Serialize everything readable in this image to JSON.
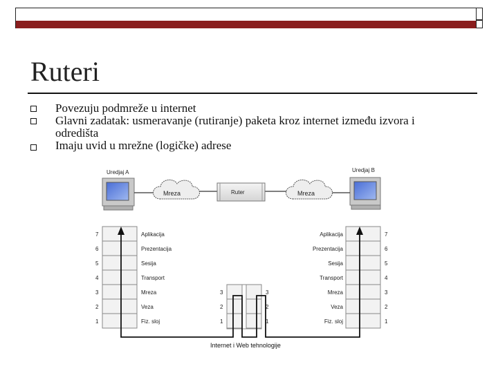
{
  "slide": {
    "title": "Ruteri",
    "bullets": [
      "Povezuju podmreže u internet",
      "Glavni zadatak: usmeravanje (rutiranje) paketa kroz internet između izvora i odredišta",
      "Imaju uvid u mrežne (logičke) adrese"
    ],
    "footer": "Internet i Web tehnologije"
  },
  "diagram": {
    "device_a": "Uredjaj A",
    "device_b": "Uredjaj B",
    "cloud_left": "Mreza",
    "cloud_right": "Mreza",
    "router": "Ruter",
    "layers": [
      {
        "num": "7",
        "name": "Aplikacija"
      },
      {
        "num": "6",
        "name": "Prezentacija"
      },
      {
        "num": "5",
        "name": "Sesija"
      },
      {
        "num": "4",
        "name": "Transport"
      },
      {
        "num": "3",
        "name": "Mreza"
      },
      {
        "num": "2",
        "name": "Veza"
      },
      {
        "num": "1",
        "name": "Fiz. sloj"
      }
    ],
    "router_layers": [
      "3",
      "2",
      "1"
    ]
  },
  "colors": {
    "accent_bar": "#8a1e1e",
    "layer_box": "#f2f2f2"
  }
}
